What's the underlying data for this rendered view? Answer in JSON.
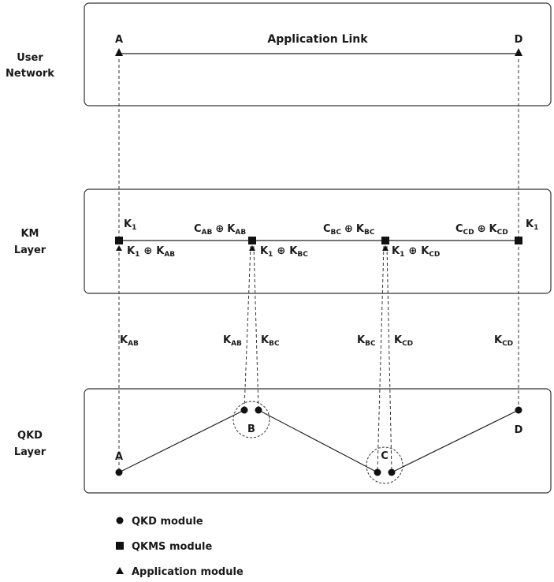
{
  "layers": {
    "user": [
      "User",
      "Network"
    ],
    "km": [
      "KM",
      "Layer"
    ],
    "qkd": [
      "QKD",
      "Layer"
    ]
  },
  "application_link": "Application Link",
  "nodes": {
    "user_a": "A",
    "user_d": "D",
    "qkd_a": "A",
    "qkd_b": "B",
    "qkd_c": "C",
    "qkd_d": "D"
  },
  "km_labels": {
    "k1_left": {
      "main": "K",
      "sub": "1"
    },
    "k1_right": {
      "main": "K",
      "sub": "1"
    },
    "cab_kab": {
      "c": "C",
      "csub": "AB",
      "op": "⊕",
      "k": "K",
      "ksub": "AB"
    },
    "cbc_kbc": {
      "c": "C",
      "csub": "BC",
      "op": "⊕",
      "k": "K",
      "ksub": "BC"
    },
    "ccd_kcd": {
      "c": "C",
      "csub": "CD",
      "op": "⊕",
      "k": "K",
      "ksub": "CD"
    },
    "k1_kab": {
      "a": "K",
      "asub": "1",
      "op": "⊕",
      "b": "K",
      "bsub": "AB"
    },
    "k1_kbc": {
      "a": "K",
      "asub": "1",
      "op": "⊕",
      "b": "K",
      "bsub": "BC"
    },
    "k1_kcd": {
      "a": "K",
      "asub": "1",
      "op": "⊕",
      "b": "K",
      "bsub": "CD"
    }
  },
  "key_links": {
    "a": {
      "main": "K",
      "sub": "AB"
    },
    "b_left": {
      "main": "K",
      "sub": "AB"
    },
    "b_right": {
      "main": "K",
      "sub": "BC"
    },
    "c_left": {
      "main": "K",
      "sub": "BC"
    },
    "c_right": {
      "main": "K",
      "sub": "CD"
    },
    "d": {
      "main": "K",
      "sub": "CD"
    }
  },
  "legend": {
    "qkd": "QKD module",
    "qkms": "QKMS module",
    "app": "Application module"
  }
}
